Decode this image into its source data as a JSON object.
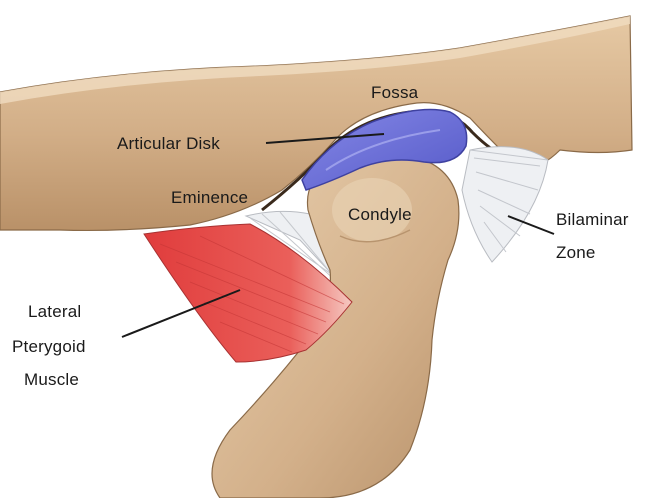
{
  "labels": {
    "fossa": "Fossa",
    "articular_disk": "Articular Disk",
    "eminence": "Eminence",
    "condyle": "Condyle",
    "bilaminar_line1": "Bilaminar",
    "bilaminar_line2": "Zone",
    "lateral_line1": "Lateral",
    "lateral_line2": "Pterygoid",
    "lateral_line3": "Muscle"
  },
  "colors": {
    "bone": "#d6b48f",
    "bone_shadow": "#b08a64",
    "disk": "#6b6fd6",
    "muscle": "#e24a4a",
    "ligament": "#e9ecf0",
    "leader_line": "#1a1a1a"
  }
}
